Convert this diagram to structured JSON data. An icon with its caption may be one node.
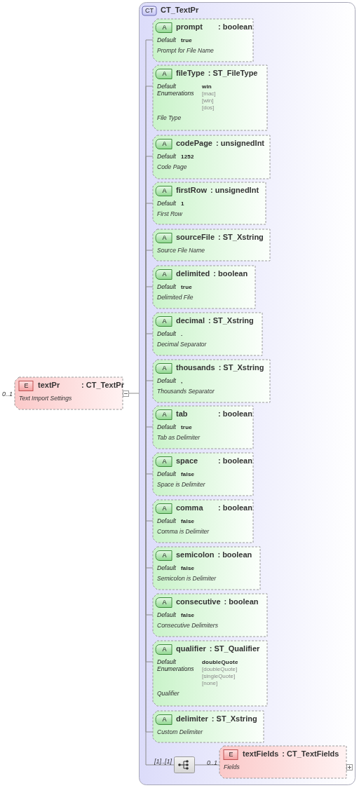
{
  "diagram": {
    "nodes": [
      {
        "text": [
          "E",
          "textPr",
          ": CT_TextPr",
          "Text Import Settings"
        ],
        "beside": [
          "0..1"
        ]
      },
      {
        "text": [
          "CT",
          "CT_TextPr"
        ]
      },
      {
        "text": [
          "A",
          "prompt",
          ": boolean",
          "Default",
          "true",
          "Prompt for File Name"
        ],
        "in": 1
      },
      {
        "text": [
          "A",
          "fileType",
          ": ST_FileType",
          "Default",
          "win",
          "Enumerations",
          "[mac]",
          "[win]",
          "[dos]",
          "File Type"
        ],
        "in": 1
      },
      {
        "text": [
          "A",
          "codePage",
          ": unsignedInt",
          "Default",
          "1252",
          "Code Page"
        ],
        "in": 1
      },
      {
        "text": [
          "A",
          "firstRow",
          ": unsignedInt",
          "Default",
          "1",
          "First Row"
        ],
        "in": 1
      },
      {
        "text": [
          "A",
          "sourceFile",
          ": ST_Xstring",
          "Source File Name"
        ],
        "in": 1
      },
      {
        "text": [
          "A",
          "delimited",
          ": boolean",
          "Default",
          "true",
          "Delimited File"
        ],
        "in": 1
      },
      {
        "text": [
          "A",
          "decimal",
          ": ST_Xstring",
          "Default",
          ".",
          "Decimal Separator"
        ],
        "in": 1
      },
      {
        "text": [
          "A",
          "thousands",
          ": ST_Xstring",
          "Default",
          ",",
          "Thousands Separator"
        ],
        "in": 1
      },
      {
        "text": [
          "A",
          "tab",
          ": boolean",
          "Default",
          "true",
          "Tab as Delimiter"
        ],
        "in": 1
      },
      {
        "text": [
          "A",
          "space",
          ": boolean",
          "Default",
          "false",
          "Space is Delimiter"
        ],
        "in": 1
      },
      {
        "text": [
          "A",
          "comma",
          ": boolean",
          "Default",
          "false",
          "Comma is Delimiter"
        ],
        "in": 1
      },
      {
        "text": [
          "A",
          "semicolon",
          ": boolean",
          "Default",
          "false",
          "Semicolon is Delimiter"
        ],
        "in": 1
      },
      {
        "text": [
          "A",
          "consecutive",
          ": boolean",
          "Default",
          "false",
          "Consecutive Delimiters"
        ],
        "in": 1
      },
      {
        "text": [
          "A",
          "qualifier",
          ": ST_Qualifier",
          "Default",
          "doubleQuote",
          "Enumerations",
          "[doubleQuote]",
          "[singleQuote]",
          "[none]",
          "Qualifier"
        ],
        "in": 1
      },
      {
        "text": [
          "A",
          "delimiter",
          ": ST_Xstring",
          "Custom Delimiter"
        ],
        "in": 1
      },
      {
        "text": [],
        "shape": "box",
        "beside": [
          "[1]..[1]"
        ],
        "in": 1
      },
      {
        "text": [
          "E",
          "textFields",
          ": CT_TextFields",
          "Fields"
        ],
        "beside": [
          "0..1"
        ],
        "in": 1
      }
    ],
    "edges": [
      {
        "from": 0,
        "to": 1,
        "arrow": "none"
      },
      {
        "from": 1,
        "to": 2,
        "arrow": "none"
      },
      {
        "from": 1,
        "to": 3,
        "arrow": "none"
      },
      {
        "from": 1,
        "to": 4,
        "arrow": "none"
      },
      {
        "from": 1,
        "to": 5,
        "arrow": "none"
      },
      {
        "from": 1,
        "to": 6,
        "arrow": "none"
      },
      {
        "from": 1,
        "to": 7,
        "arrow": "none"
      },
      {
        "from": 1,
        "to": 8,
        "arrow": "none"
      },
      {
        "from": 1,
        "to": 9,
        "arrow": "none"
      },
      {
        "from": 1,
        "to": 10,
        "arrow": "none"
      },
      {
        "from": 1,
        "to": 11,
        "arrow": "none"
      },
      {
        "from": 1,
        "to": 12,
        "arrow": "none"
      },
      {
        "from": 1,
        "to": 13,
        "arrow": "none"
      },
      {
        "from": 1,
        "to": 14,
        "arrow": "none"
      },
      {
        "from": 1,
        "to": 15,
        "arrow": "none"
      },
      {
        "from": 1,
        "to": 16,
        "arrow": "none"
      },
      {
        "from": 1,
        "to": 17,
        "arrow": "none"
      },
      {
        "from": 17,
        "to": 18,
        "arrow": "none"
      }
    ]
  }
}
